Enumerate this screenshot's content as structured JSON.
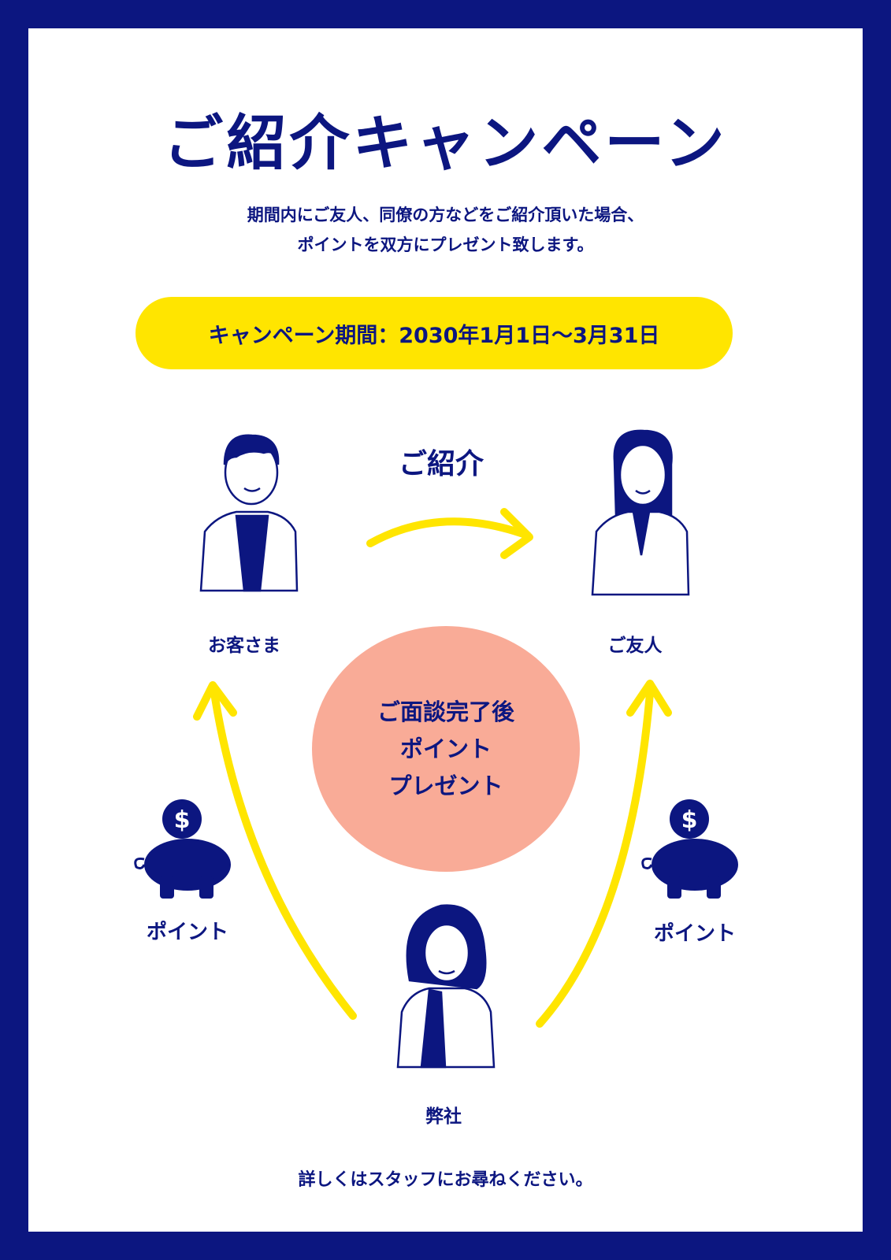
{
  "title": "ご紹介キャンペーン",
  "description": [
    "期間内にご友人、同僚の方などをご紹介頂いた場合、",
    "ポイントを双方にプレゼント致します。"
  ],
  "period": "キャンペーン期間：2030年1月1日〜3月31日",
  "diagram": {
    "referral_label": "ご紹介",
    "customer_label": "お客さま",
    "friend_label": "ご友人",
    "company_label": "弊社",
    "center_lines": [
      "ご面談完了後",
      "ポイント",
      "プレゼント"
    ],
    "point_left": "ポイント",
    "point_right": "ポイント"
  },
  "footer": "詳しくはスタッフにお尋ねください。",
  "colors": {
    "navy": "#0c1680",
    "yellow": "#ffe500",
    "salmon": "#f9ab97"
  }
}
